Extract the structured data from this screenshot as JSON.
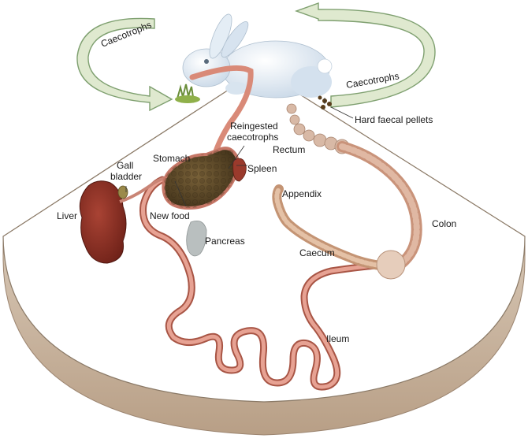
{
  "labels": {
    "caecotrophs_left": "Caecotrophs",
    "caecotrophs_right": "Caecotrophs",
    "hard_faecal_pellets": "Hard faecal pellets",
    "reingested_line1": "Reingested",
    "reingested_line2": "caecotrophs",
    "rectum": "Rectum",
    "stomach": "Stomach",
    "spleen": "Spleen",
    "gall_line1": "Gall",
    "gall_line2": "bladder",
    "liver": "Liver",
    "new_food": "New food",
    "appendix": "Appendix",
    "pancreas": "Pancreas",
    "colon": "Colon",
    "caecum": "Caecum",
    "ileum": "Ileum"
  },
  "colors": {
    "arrow_fill": "#dfe9cf",
    "arrow_stroke": "#7fa070",
    "intestine": "#d98a78",
    "intestine_dark": "#a85545",
    "colon": "#c9937a",
    "caecum": "#d2a486",
    "stomach_content": "#5e4a2a",
    "liver": "#8b2f22",
    "pancreas": "#b9bfbf",
    "rabbit": "#dbe6f0",
    "base_rim": "#d8c8b4"
  }
}
